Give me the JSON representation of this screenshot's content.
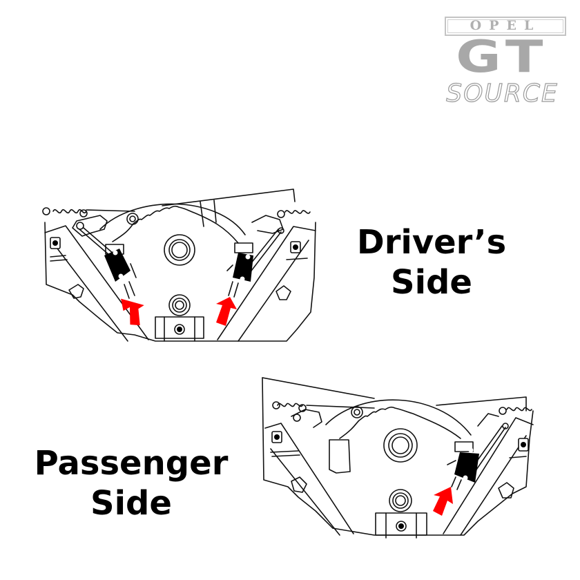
{
  "logo": {
    "top_text": "OPEL",
    "main_text": "GT",
    "bottom_text": "SOURCE",
    "color": "#a8a8a8"
  },
  "labels": {
    "driver_line1": "Driver’s",
    "driver_line2": "Side",
    "passenger_line1": "Passenger",
    "passenger_line2": "Side"
  },
  "diagrams": [
    {
      "name": "driver-side-mechanism",
      "switch_count": 2,
      "arrow_count": 2,
      "arrow_color": "#ff0000"
    },
    {
      "name": "passenger-side-mechanism",
      "switch_count": 1,
      "arrow_count": 1,
      "arrow_color": "#ff0000"
    }
  ],
  "icons": {
    "arrow": "red-up-arrow",
    "switch": "micro-switch"
  }
}
